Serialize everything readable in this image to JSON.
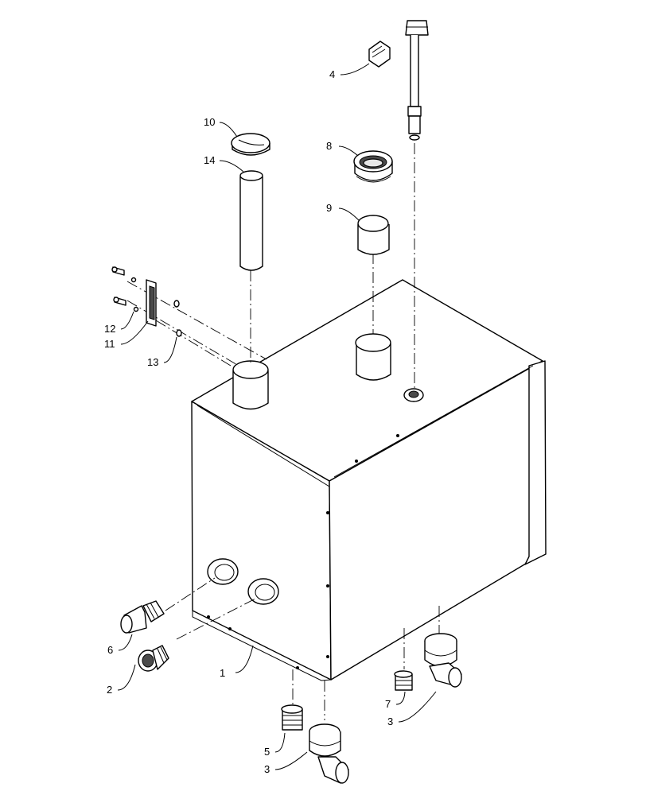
{
  "callouts": [
    {
      "id": "tank",
      "label": "1"
    },
    {
      "id": "fitting-left-lower",
      "label": "2"
    },
    {
      "id": "elbow-bottom",
      "label": "3"
    },
    {
      "id": "elbow-right",
      "label": "3"
    },
    {
      "id": "sensor",
      "label": "4"
    },
    {
      "id": "plug-bottom",
      "label": "5"
    },
    {
      "id": "hose-barb",
      "label": "6"
    },
    {
      "id": "plug-right",
      "label": "7"
    },
    {
      "id": "filler-cap",
      "label": "8"
    },
    {
      "id": "filler-neck",
      "label": "9"
    },
    {
      "id": "tube-cap",
      "label": "10"
    },
    {
      "id": "sight-gauge",
      "label": "11"
    },
    {
      "id": "screw",
      "label": "12"
    },
    {
      "id": "washer",
      "label": "13"
    },
    {
      "id": "tube",
      "label": "14"
    }
  ]
}
